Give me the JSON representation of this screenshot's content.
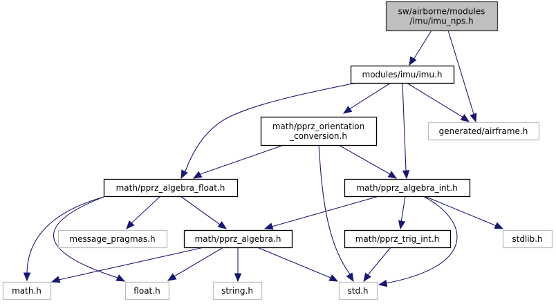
{
  "graph": {
    "type": "include-dependency-graph",
    "colors": {
      "edge": "#191970",
      "root_fill": "#bfbfbf",
      "root_border": "#404040",
      "documented_border": "#000000",
      "undocumented_border": "#bfbfbf",
      "node_fill": "#ffffff"
    },
    "nodes": [
      {
        "id": "imu_nps",
        "lines": [
          "sw/airborne/modules",
          "/imu/imu_nps.h"
        ],
        "kind": "root"
      },
      {
        "id": "imu",
        "lines": [
          "modules/imu/imu.h"
        ],
        "kind": "documented"
      },
      {
        "id": "orientation",
        "lines": [
          "math/pprz_orientation",
          "_conversion.h"
        ],
        "kind": "documented"
      },
      {
        "id": "airframe",
        "lines": [
          "generated/airframe.h"
        ],
        "kind": "external"
      },
      {
        "id": "algebra_float",
        "lines": [
          "math/pprz_algebra_float.h"
        ],
        "kind": "documented"
      },
      {
        "id": "algebra_int",
        "lines": [
          "math/pprz_algebra_int.h"
        ],
        "kind": "documented"
      },
      {
        "id": "message_pragmas",
        "lines": [
          "message_pragmas.h"
        ],
        "kind": "external"
      },
      {
        "id": "algebra",
        "lines": [
          "math/pprz_algebra.h"
        ],
        "kind": "documented"
      },
      {
        "id": "trig_int",
        "lines": [
          "math/pprz_trig_int.h"
        ],
        "kind": "documented"
      },
      {
        "id": "stdlib",
        "lines": [
          "stdlib.h"
        ],
        "kind": "external"
      },
      {
        "id": "math",
        "lines": [
          "math.h"
        ],
        "kind": "external"
      },
      {
        "id": "float",
        "lines": [
          "float.h"
        ],
        "kind": "external"
      },
      {
        "id": "string",
        "lines": [
          "string.h"
        ],
        "kind": "external"
      },
      {
        "id": "std",
        "lines": [
          "std.h"
        ],
        "kind": "external"
      }
    ],
    "edges": [
      {
        "from": "imu_nps",
        "to": "imu"
      },
      {
        "from": "imu_nps",
        "to": "airframe"
      },
      {
        "from": "imu",
        "to": "algebra_float"
      },
      {
        "from": "imu",
        "to": "orientation"
      },
      {
        "from": "imu",
        "to": "airframe"
      },
      {
        "from": "imu",
        "to": "algebra_int"
      },
      {
        "from": "orientation",
        "to": "algebra_float"
      },
      {
        "from": "orientation",
        "to": "algebra_int"
      },
      {
        "from": "orientation",
        "to": "std"
      },
      {
        "from": "algebra_float",
        "to": "message_pragmas"
      },
      {
        "from": "algebra_float",
        "to": "algebra"
      },
      {
        "from": "algebra_float",
        "to": "math"
      },
      {
        "from": "algebra_float",
        "to": "float"
      },
      {
        "from": "algebra_int",
        "to": "algebra"
      },
      {
        "from": "algebra_int",
        "to": "trig_int"
      },
      {
        "from": "algebra_int",
        "to": "stdlib"
      },
      {
        "from": "algebra_int",
        "to": "std"
      },
      {
        "from": "algebra",
        "to": "math"
      },
      {
        "from": "algebra",
        "to": "float"
      },
      {
        "from": "algebra",
        "to": "string"
      },
      {
        "from": "algebra",
        "to": "std"
      },
      {
        "from": "trig_int",
        "to": "std"
      }
    ]
  }
}
